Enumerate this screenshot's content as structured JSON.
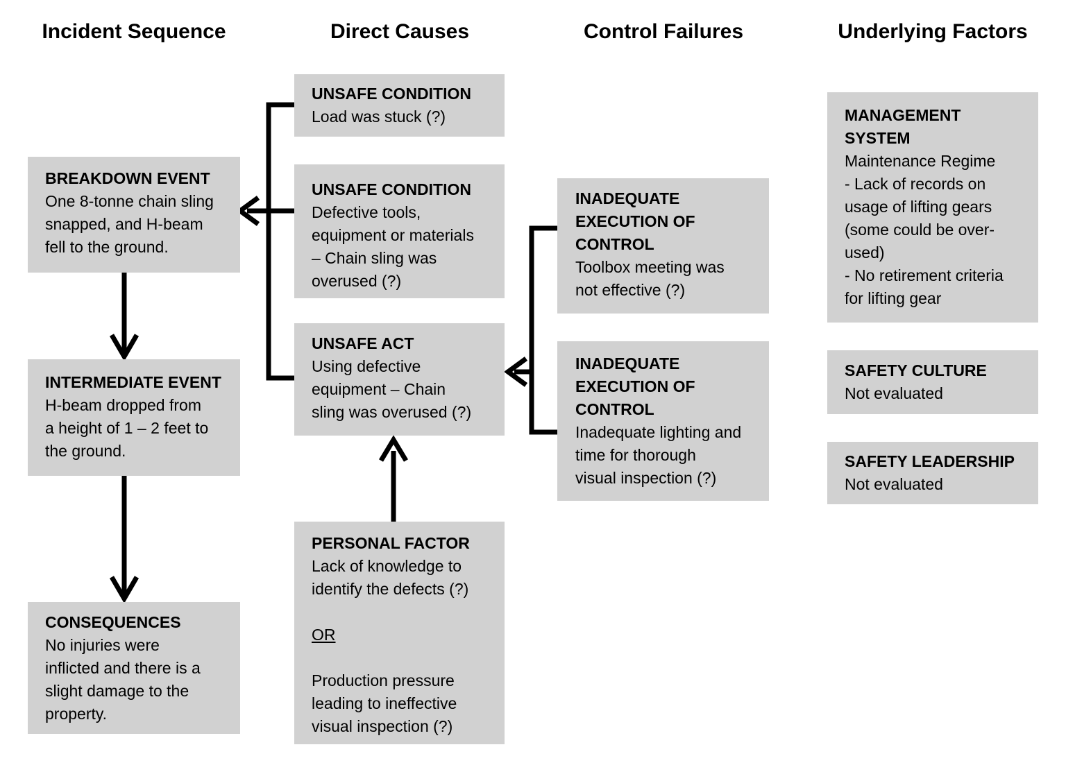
{
  "colors": {
    "background": "#ffffff",
    "box_fill": "#d1d1d1",
    "text": "#000000",
    "line": "#000000"
  },
  "headers": {
    "incident_sequence": "Incident Sequence",
    "direct_causes": "Direct Causes",
    "control_failures": "Control Failures",
    "underlying_factors": "Underlying Factors"
  },
  "incident_sequence": {
    "breakdown_event": {
      "title": "BREAKDOWN EVENT",
      "lines": [
        "One 8-tonne chain sling",
        "snapped, and H-beam",
        "fell to the ground."
      ]
    },
    "intermediate_event": {
      "title": "INTERMEDIATE EVENT",
      "lines": [
        "H-beam dropped from",
        "a height of 1 – 2 feet to",
        "the ground."
      ]
    },
    "consequences": {
      "title": "CONSEQUENCES",
      "lines": [
        "No injuries were",
        "inflicted and there is a",
        "slight damage to the",
        "property."
      ]
    }
  },
  "direct_causes": {
    "unsafe_condition_1": {
      "title": "UNSAFE CONDITION",
      "lines": [
        "Load was stuck (?)"
      ]
    },
    "unsafe_condition_2": {
      "title": "UNSAFE CONDITION",
      "lines": [
        "Defective tools,",
        "equipment or materials",
        "– Chain sling was",
        "overused (?)"
      ]
    },
    "unsafe_act": {
      "title": "UNSAFE ACT",
      "lines": [
        "Using defective",
        "equipment – Chain",
        "sling was overused (?)"
      ]
    },
    "personal_factor": {
      "title": "PERSONAL FACTOR",
      "lines_before_or": [
        "Lack of knowledge to",
        "identify the defects (?)"
      ],
      "or_label": "OR",
      "lines_after_or": [
        "Production pressure",
        "leading to ineffective",
        "visual inspection (?)"
      ]
    }
  },
  "control_failures": {
    "inadequate_execution_1": {
      "title_lines": [
        "INADEQUATE",
        "EXECUTION OF",
        "CONTROL"
      ],
      "lines": [
        "Toolbox meeting was",
        "not effective (?)"
      ]
    },
    "inadequate_execution_2": {
      "title_lines": [
        "INADEQUATE",
        "EXECUTION OF",
        "CONTROL"
      ],
      "lines": [
        "Inadequate lighting and",
        "time for thorough",
        "visual inspection (?)"
      ]
    }
  },
  "underlying_factors": {
    "management_system": {
      "title_lines": [
        "MANAGEMENT",
        "SYSTEM"
      ],
      "lines": [
        "Maintenance Regime",
        "- Lack of records on",
        "usage of lifting gears",
        "(some could be over-",
        "used)",
        "- No retirement criteria",
        "for lifting gear"
      ]
    },
    "safety_culture": {
      "title": "SAFETY CULTURE",
      "lines": [
        "Not evaluated"
      ]
    },
    "safety_leadership": {
      "title": "SAFETY LEADERSHIP",
      "lines": [
        "Not evaluated"
      ]
    }
  }
}
